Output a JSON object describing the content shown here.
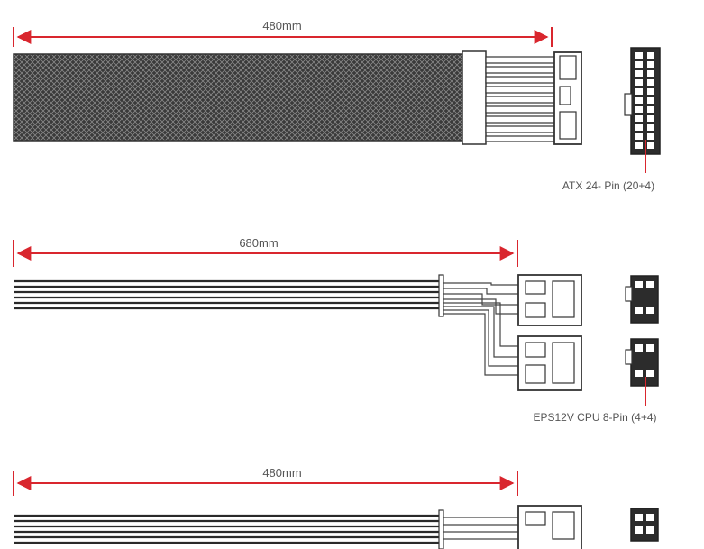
{
  "diagram": {
    "accent_color": "#d9262e",
    "cables": [
      {
        "id": "atx",
        "length_label": "480mm",
        "connector_label": "ATX 24- Pin (20+4)"
      },
      {
        "id": "eps",
        "length_label": "680mm",
        "connector_label": "EPS12V CPU 8-Pin (4+4)"
      },
      {
        "id": "third",
        "length_label": "480mm",
        "connector_label": ""
      }
    ]
  }
}
